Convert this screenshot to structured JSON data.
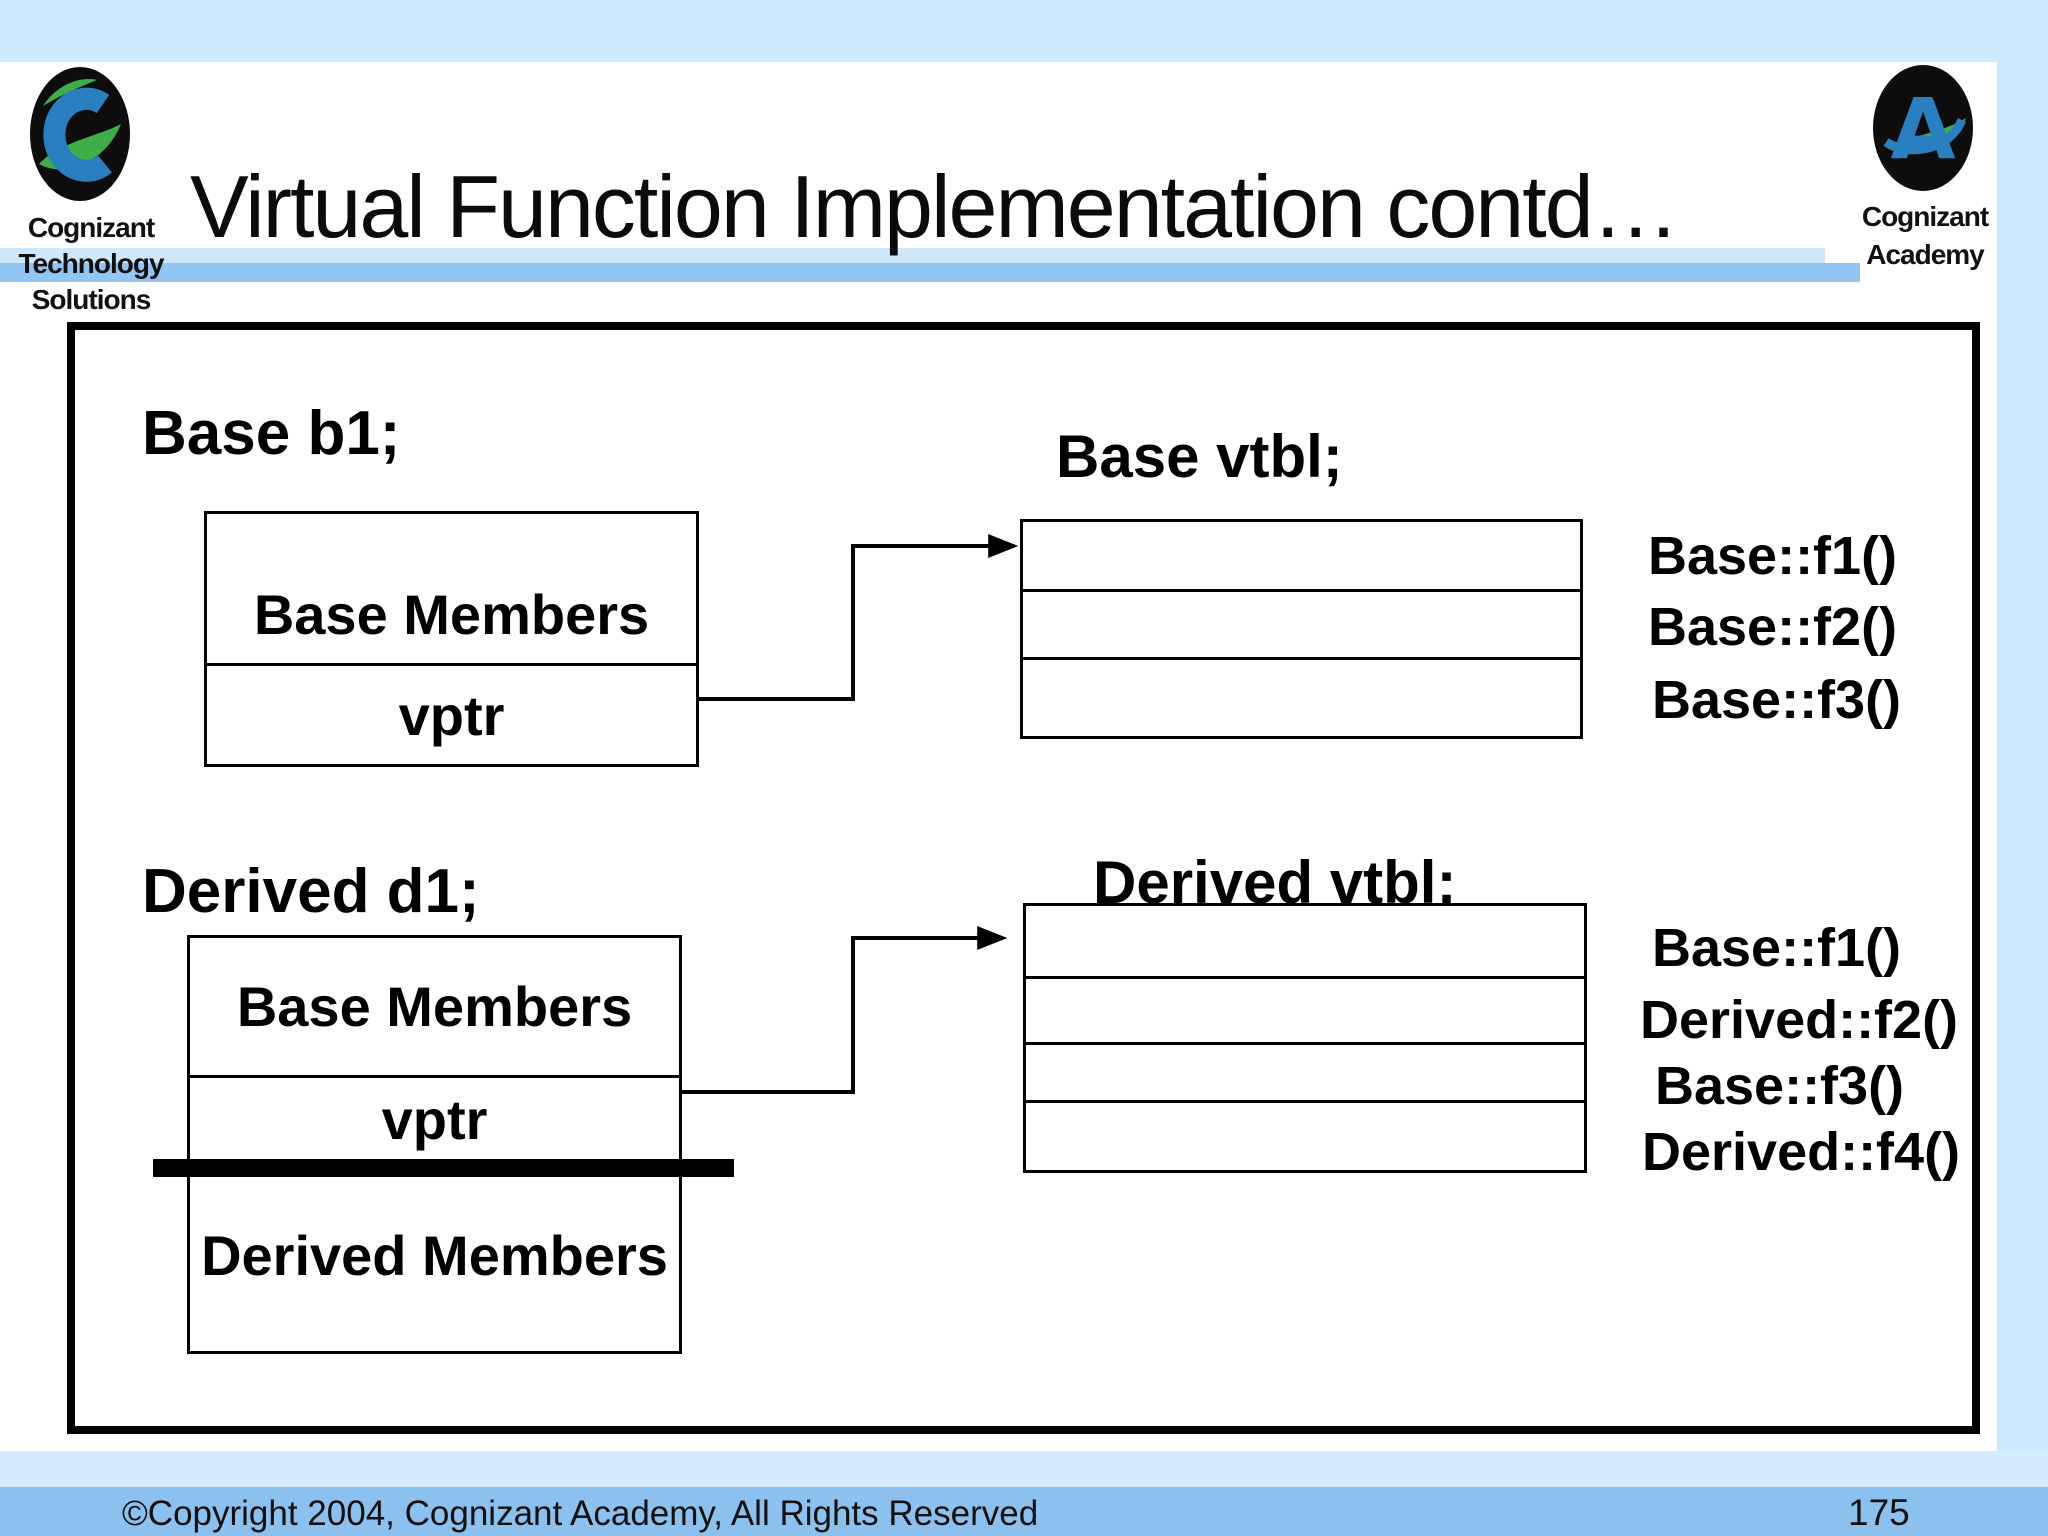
{
  "slide": {
    "title": "Virtual Function Implementation contd…",
    "footer": "©Copyright 2004, Cognizant Academy, All Rights Reserved",
    "page_number": "175"
  },
  "logos": {
    "left": {
      "lines": [
        "Cognizant",
        "Technology",
        "Solutions"
      ]
    },
    "right": {
      "lines": [
        "Cognizant",
        "Academy"
      ]
    }
  },
  "diagram": {
    "base_object": {
      "label": "Base b1;",
      "cells": [
        "Base Members",
        "vptr"
      ]
    },
    "base_vtbl": {
      "label": "Base vtbl;",
      "functions": [
        "Base::f1()",
        "Base::f2()",
        "Base::f3()"
      ]
    },
    "derived_object": {
      "label": "Derived d1;",
      "cells": [
        "Base Members",
        "vptr",
        "Derived Members"
      ]
    },
    "derived_vtbl": {
      "label": "Derived vtbl;",
      "functions": [
        "Base::f1()",
        "Derived::f2()",
        "Base::f3()",
        "Derived::f4()"
      ]
    }
  },
  "colors": {
    "background": "#ffffff",
    "strip_light_blue": "#cde9fc",
    "bar_light": "#cfe7fb",
    "bar_medium": "#92c5f4",
    "footer_light": "#d5ebfd",
    "footer_medium": "#8cc0ef",
    "line_black": "#000000",
    "logo_blue": "#2a7fc1",
    "logo_green": "#3fae49"
  }
}
